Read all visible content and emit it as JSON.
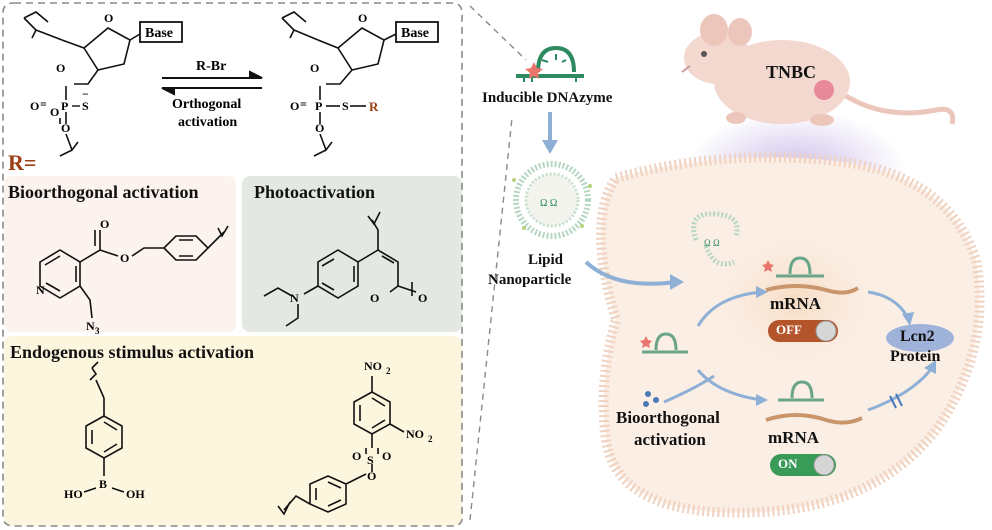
{
  "left_panel": {
    "base_left": "Base",
    "base_right": "Base",
    "reaction_reagent": "R-Br",
    "reverse_label_line1": "Orthogonal",
    "reverse_label_line2": "activation",
    "r_equals": "R=",
    "r_group_label": "R",
    "phosphate_P": "P",
    "phosphate_S": "S",
    "phosphate_O": "O",
    "phosphate_charge": "−",
    "sections": {
      "bioorthogonal": "Bioorthogonal activation",
      "photo": "Photoactivation",
      "endogenous": "Endogenous stimulus activation"
    },
    "chem_labels": {
      "N": "N",
      "N3": "N",
      "N3_sub": "3",
      "O": "O",
      "B": "B",
      "OH": "OH",
      "HO": "HO",
      "S": "S",
      "NO2": "NO",
      "NO2_sub": "2"
    }
  },
  "right_panel": {
    "dnazyme_label": "Inducible DNAzyme",
    "lnp_line1": "Lipid",
    "lnp_line2": "Nanoparticle",
    "tnbc_label": "TNBC",
    "mrna_top": "mRNA",
    "mrna_bottom": "mRNA",
    "switch_off": "OFF",
    "switch_on": "ON",
    "lcn2": "Lcn2",
    "protein": "Protein",
    "bio_act_line1": "Bioorthogonal",
    "bio_act_line2": "activation"
  },
  "colors": {
    "dashed_border": "#8a8a8a",
    "bio_box": "#fcf3ee",
    "photo_box": "#e4e8e2",
    "endo_box": "#fdf6df",
    "r_brown": "#9c3e12",
    "dnazyme_green": "#2e8a61",
    "cell_fill": "#fbeee4",
    "off_switch": "#b3542a",
    "on_switch": "#3a9a57",
    "lcn2_oval": "#9fb2d9",
    "arrow_blue": "#8fb0d6"
  }
}
